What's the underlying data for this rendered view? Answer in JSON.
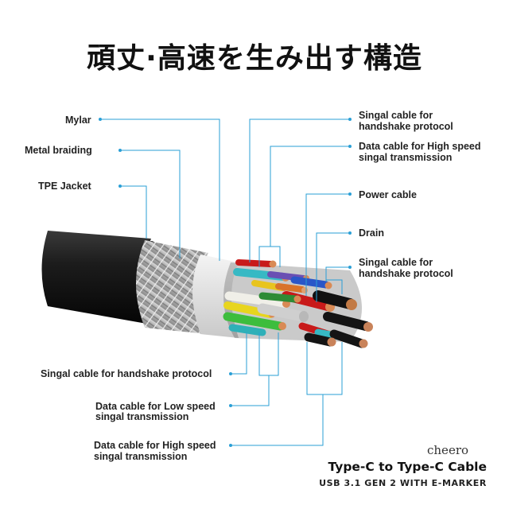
{
  "title": "頑丈·高速を生み出す構造",
  "labels_left": {
    "mylar": "Mylar",
    "metal_braiding": "Metal braiding",
    "tpe_jacket": "TPE Jacket",
    "signal_handshake_bottom": "Singal cable for handshake protocol",
    "data_low_speed_line1": "Data cable for Low speed",
    "data_low_speed_line2": "singal transmission",
    "data_high_speed_bottom_line1": "Data cable for High speed",
    "data_high_speed_bottom_line2": "singal transmission"
  },
  "labels_right": {
    "signal_handshake_top_line1": "Singal cable for",
    "signal_handshake_top_line2": "handshake protocol",
    "data_high_speed_top_line1": "Data cable for High speed",
    "data_high_speed_top_line2": "singal transmission",
    "power_cable": "Power cable",
    "drain": "Drain",
    "signal_handshake_mid_line1": "Singal cable for",
    "signal_handshake_mid_line2": "handshake protocol"
  },
  "brand": "cheero",
  "product": "Type-C to Type-C Cable",
  "spec": "USB 3.1 GEN 2 WITH E-MARKER",
  "colors": {
    "leader_line": "#2a9fd6",
    "jacket": "#1a1a1a",
    "braid": "#b9b9b9",
    "mylar": "#e8e8e8"
  }
}
